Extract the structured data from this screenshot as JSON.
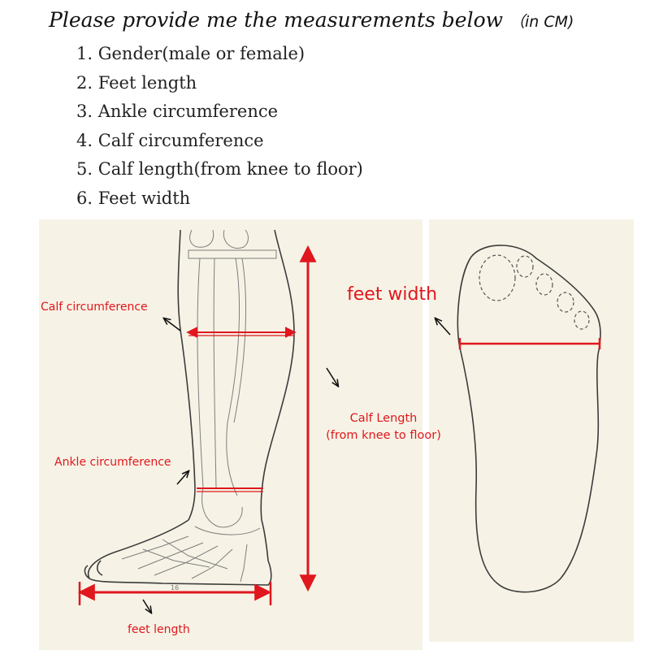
{
  "heading": {
    "text": "Please provide me the measurements below",
    "unit": "（in CM)"
  },
  "measurements": [
    "1. Gender(male or female)",
    "2. Feet length",
    "3. Ankle circumference",
    "4. Calf circumference",
    "5. Calf length(from knee to floor)",
    "6. Feet width"
  ],
  "labels": {
    "calf_circumference": "Calf circumference",
    "ankle_circumference": "Ankle circumference",
    "calf_length_line1": "Calf Length",
    "calf_length_line2": "(from knee to floor)",
    "feet_length": "feet length",
    "feet_width": "feet width",
    "scale_mark": "16"
  },
  "colors": {
    "measure_red": "#e0171d",
    "panel_bg": "#f6f3e6",
    "sketch_ink": "#3c3c3c"
  }
}
